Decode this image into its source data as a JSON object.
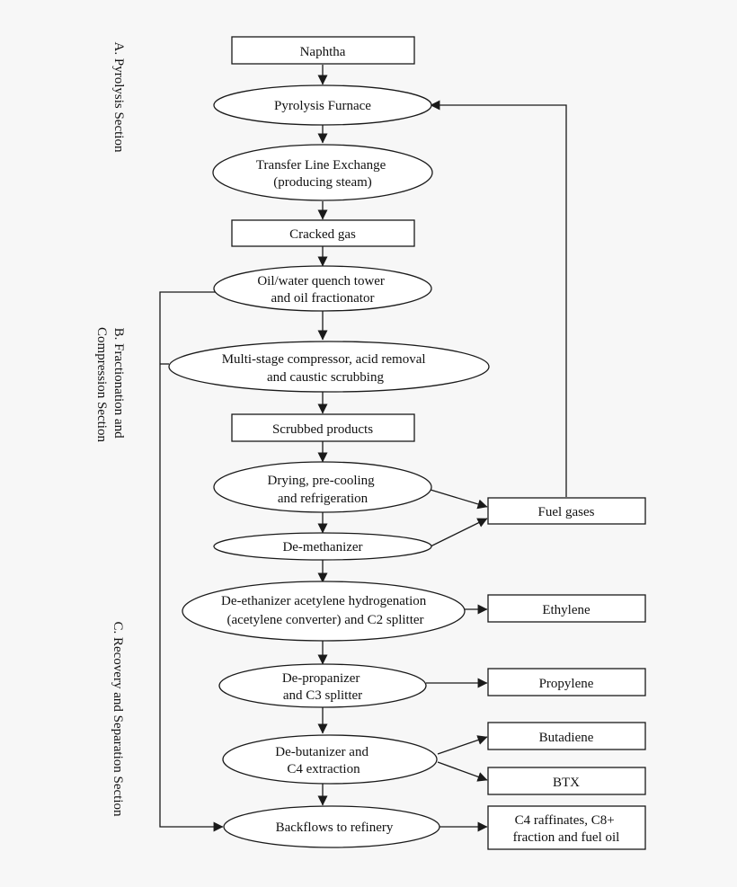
{
  "sections": {
    "pyrolysis": [
      "A. Pyrolysis Section"
    ],
    "fractionation": [
      "B. Fractionation and",
      "Compression Section"
    ],
    "recovery": [
      "C. Recovery and Separation Section"
    ]
  },
  "nodes": {
    "naphtha": [
      "Naphtha"
    ],
    "pyrolysis_furnace": [
      "Pyrolysis Furnace"
    ],
    "transfer_line_exchange": [
      "Transfer Line Exchange",
      "(producing steam)"
    ],
    "cracked_gas": [
      "Cracked gas"
    ],
    "quench_tower": [
      "Oil/water quench tower",
      "and oil fractionator"
    ],
    "compressor": [
      "Multi-stage compressor, acid removal",
      "and caustic scrubbing"
    ],
    "scrubbed_products": [
      "Scrubbed products"
    ],
    "drying": [
      "Drying, pre-cooling",
      "and refrigeration"
    ],
    "demethanizer": [
      "De-methanizer"
    ],
    "fuel_gases": [
      "Fuel gases"
    ],
    "deethanizer": [
      "De-ethanizer acetylene hydrogenation",
      "(acetylene converter) and C2 splitter"
    ],
    "ethylene": [
      "Ethylene"
    ],
    "depropanizer": [
      "De-propanizer",
      "and C3 splitter"
    ],
    "propylene": [
      "Propylene"
    ],
    "debutanizer": [
      "De-butanizer and",
      "C4 extraction"
    ],
    "butadiene": [
      "Butadiene"
    ],
    "btx": [
      "BTX"
    ],
    "backflows": [
      "Backflows to refinery"
    ],
    "c4_raffinates": [
      "C4 raffinates, C8+",
      "fraction and fuel oil"
    ]
  }
}
